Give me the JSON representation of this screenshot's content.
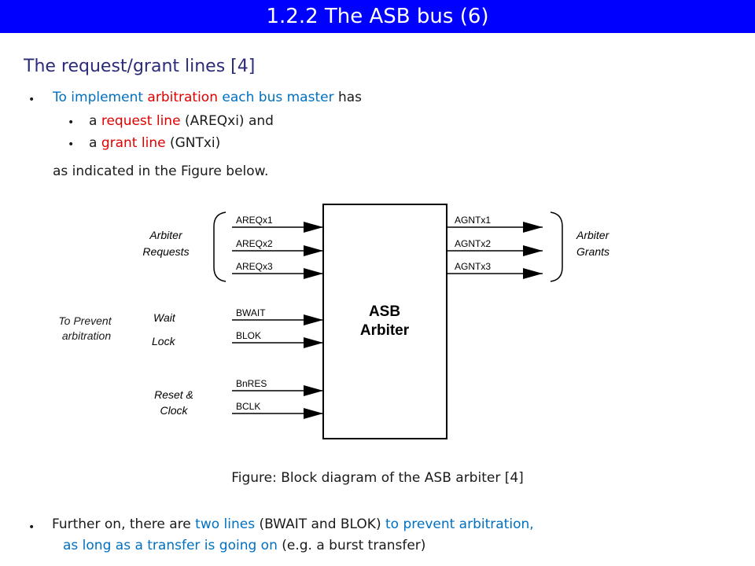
{
  "header": {
    "title": "1.2.2 The ASB bus (6)"
  },
  "section": {
    "subtitle": "The request/grant lines [4]"
  },
  "bullets": {
    "main1": {
      "p1": "To implement ",
      "p2": "arbitration",
      "p3": " each bus master",
      "p4": " has"
    },
    "sub1": {
      "p1": "a ",
      "p2": "request line",
      "p3": " (AREQxi) and"
    },
    "sub2": {
      "p1": "a ",
      "p2": "grant line",
      "p3": " (GNTxi)"
    },
    "after": "as indicated in the Figure below.",
    "main2": {
      "p1": "Further on, there are ",
      "p2": "two lines",
      "p3": " (BWAIT and BLOK) ",
      "p4": "to prevent arbitration,",
      "p5": "as long as a transfer is going on",
      "p6": " (e.g. a burst transfer)"
    }
  },
  "diagram": {
    "block": {
      "line1": "ASB",
      "line2": "Arbiter"
    },
    "inputs": {
      "areq1": "AREQx1",
      "areq2": "AREQx2",
      "areq3": "AREQx3",
      "bwait": "BWAIT",
      "blok": "BLOK",
      "bnres": "BnRES",
      "bclk": "BCLK"
    },
    "outputs": {
      "agnt1": "AGNTx1",
      "agnt2": "AGNTx2",
      "agnt3": "AGNTx3"
    },
    "groups": {
      "requests": {
        "line1": "Arbiter",
        "line2": "Requests"
      },
      "grants": {
        "line1": "Arbiter",
        "line2": "Grants"
      },
      "prevent": {
        "line1": "To Prevent",
        "line2": "arbitration"
      },
      "wait": "Wait",
      "lock": "Lock",
      "reset": {
        "line1": "Reset &",
        "line2": "Clock"
      }
    }
  },
  "figure": {
    "caption": "Figure: Block diagram of the ASB arbiter [4]"
  },
  "colors": {
    "title_bg": "#0000ff",
    "highlight_blue": "#0070c0",
    "highlight_red": "#e00000",
    "subtitle": "#2b2b7a"
  }
}
